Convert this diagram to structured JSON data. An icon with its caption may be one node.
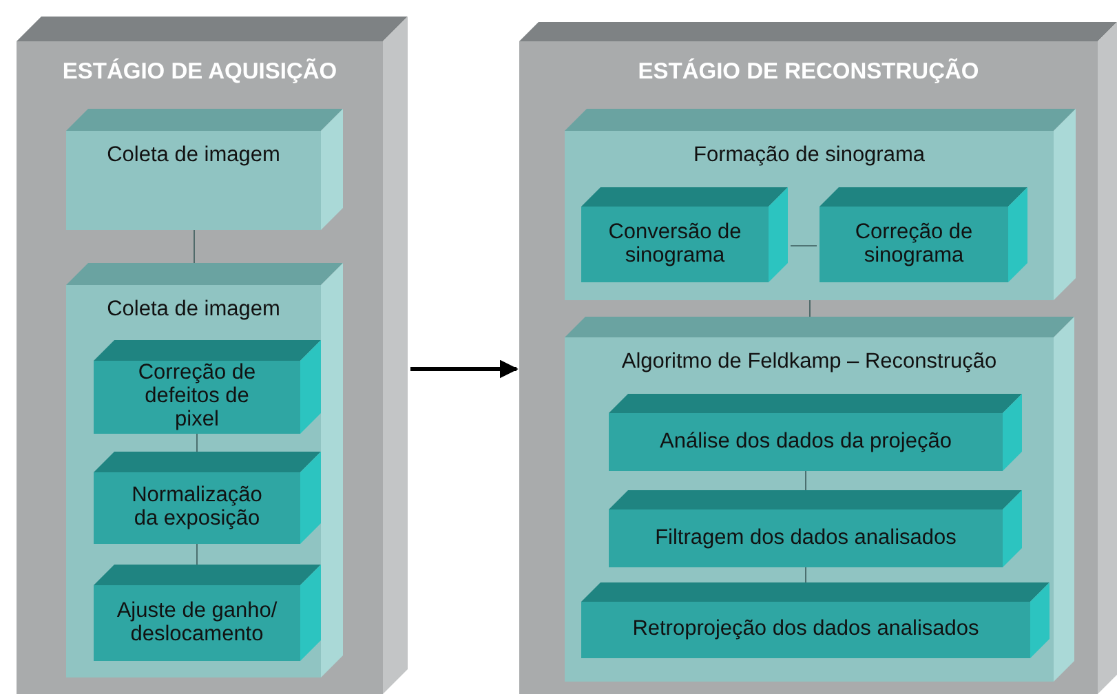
{
  "diagram": {
    "nodes": [
      {
        "text": [
          "ESTÁGIO DE AQUISIÇÃO"
        ]
      },
      {
        "text": [
          "Coleta de imagem"
        ],
        "in": 0
      },
      {
        "text": [
          "Coleta de imagem"
        ],
        "in": 0
      },
      {
        "text": [
          "Correção de defeitos de pixel"
        ],
        "in": 2
      },
      {
        "text": [
          "Normalização da exposição"
        ],
        "in": 2
      },
      {
        "text": [
          "Ajuste de ganho/ deslocamento"
        ],
        "in": 2
      },
      {
        "text": [
          "ESTÁGIO DE RECONSTRUÇÃO"
        ]
      },
      {
        "text": [
          "Formação de sinograma"
        ],
        "in": 6
      },
      {
        "text": [
          "Conversão de sinograma"
        ],
        "in": 7
      },
      {
        "text": [
          "Correção de sinograma"
        ],
        "in": 7
      },
      {
        "text": [
          "Algoritmo de Feldkamp – Reconstrução"
        ],
        "in": 6
      },
      {
        "text": [
          "Análise dos dados da projeção"
        ],
        "in": 10
      },
      {
        "text": [
          "Filtragem dos dados analisados"
        ],
        "in": 10
      },
      {
        "text": [
          "Retroprojeção dos dados analisados"
        ],
        "in": 10
      }
    ],
    "edges": [
      {
        "from": 0,
        "to": 6,
        "arrow": "to",
        "style": "thick"
      },
      {
        "from": 1,
        "to": 2,
        "arrow": "none"
      },
      {
        "from": 3,
        "to": 4,
        "arrow": "none"
      },
      {
        "from": 4,
        "to": 5,
        "arrow": "none"
      },
      {
        "from": 8,
        "to": 9,
        "arrow": "none"
      },
      {
        "from": 7,
        "to": 10,
        "arrow": "none"
      },
      {
        "from": 11,
        "to": 12,
        "arrow": "none"
      },
      {
        "from": 12,
        "to": 13,
        "arrow": "none"
      }
    ]
  }
}
